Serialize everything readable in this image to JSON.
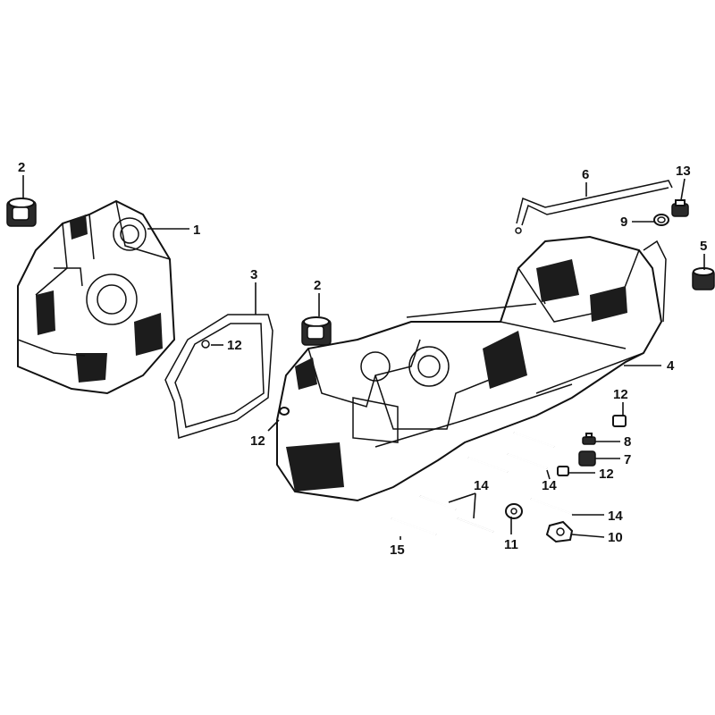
{
  "callouts": [
    {
      "id": "c1",
      "text": "1"
    },
    {
      "id": "c2a",
      "text": "2"
    },
    {
      "id": "c2b",
      "text": "2"
    },
    {
      "id": "c3",
      "text": "3"
    },
    {
      "id": "c4",
      "text": "4"
    },
    {
      "id": "c5",
      "text": "5"
    },
    {
      "id": "c6",
      "text": "6"
    },
    {
      "id": "c7",
      "text": "7"
    },
    {
      "id": "c8",
      "text": "8"
    },
    {
      "id": "c9",
      "text": "9"
    },
    {
      "id": "c10",
      "text": "10"
    },
    {
      "id": "c11",
      "text": "11"
    },
    {
      "id": "c12a",
      "text": "12"
    },
    {
      "id": "c12b",
      "text": "12"
    },
    {
      "id": "c12c",
      "text": "12"
    },
    {
      "id": "c12d",
      "text": "12"
    },
    {
      "id": "c13",
      "text": "13"
    },
    {
      "id": "c14a",
      "text": "14"
    },
    {
      "id": "c14b",
      "text": "14"
    },
    {
      "id": "c14c",
      "text": "14"
    },
    {
      "id": "c15",
      "text": "15"
    }
  ]
}
